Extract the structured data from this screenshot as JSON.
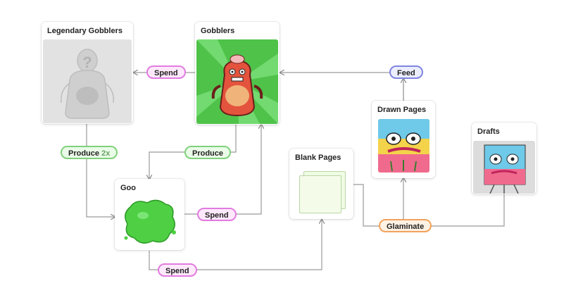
{
  "nodes": {
    "legendary": {
      "title": "Legendary Gobblers",
      "glyph": "?"
    },
    "gobblers": {
      "title": "Gobblers"
    },
    "goo": {
      "title": "Goo"
    },
    "blank_pages": {
      "title": "Blank Pages"
    },
    "drawn_pages": {
      "title": "Drawn Pages"
    },
    "drafts": {
      "title": "Drafts"
    }
  },
  "edges": {
    "spend_to_legendary": "Spend",
    "produce_2x": {
      "label": "Produce",
      "multiplier": "2x"
    },
    "produce": "Produce",
    "spend_goo_to_gobblers": "Spend",
    "spend_goo_to_pages": "Spend",
    "feed": "Feed",
    "glaminate": "Glaminate"
  },
  "colors": {
    "spend": "#e27be0",
    "produce": "#7fd27a",
    "feed": "#7f84e0",
    "glaminate": "#f2a35c",
    "connector": "#9a9a9a"
  }
}
